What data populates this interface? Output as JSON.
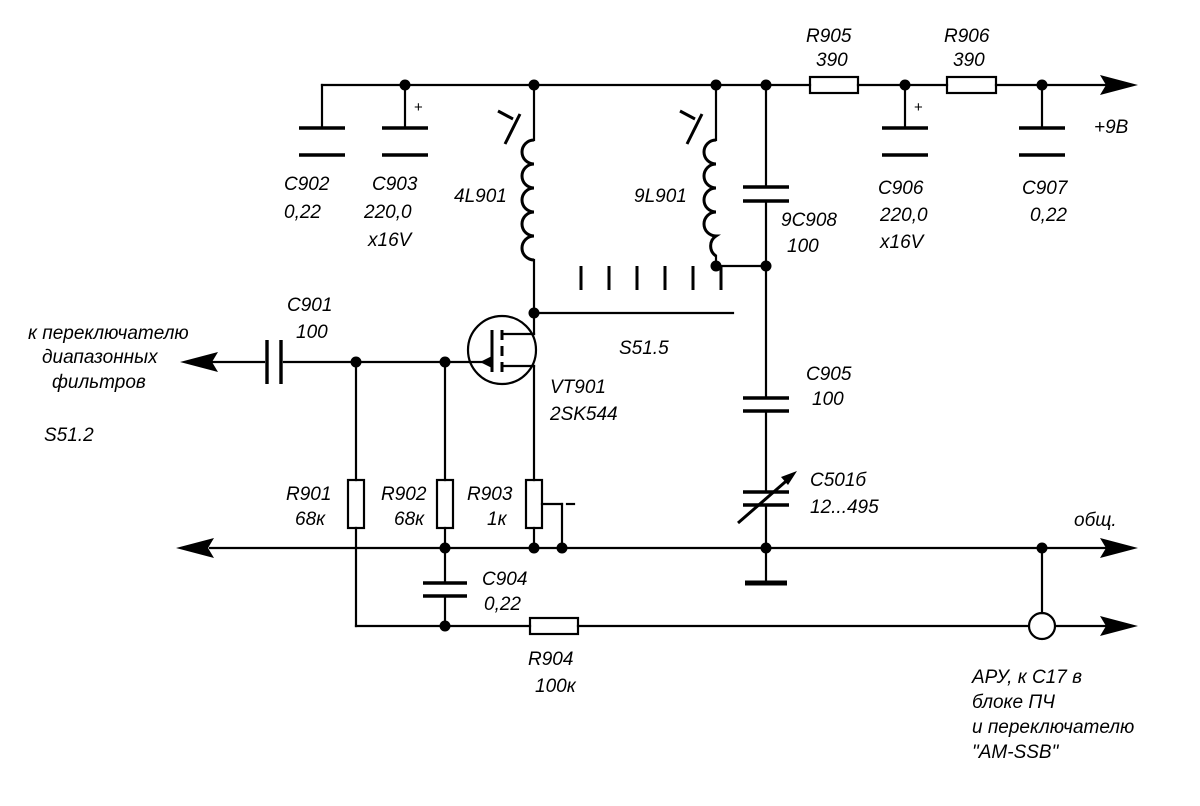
{
  "labels": {
    "c902_ref": "C902",
    "c902_val": "0,22",
    "c903_ref": "C903",
    "c903_val": "220,0",
    "c903_volt": "x16V",
    "l4_ref": "4L901",
    "l9_ref": "9L901",
    "c908_ref": "9C908",
    "c908_val": "100",
    "r905_ref": "R905",
    "r905_val": "390",
    "r906_ref": "R906",
    "r906_val": "390",
    "c906_ref": "C906",
    "c906_val": "220,0",
    "c906_volt": "x16V",
    "c907_ref": "C907",
    "c907_val": "0,22",
    "supply": "+9B",
    "c901_ref": "C901",
    "c901_val": "100",
    "input_1": "к переключателю",
    "input_2": "диапазонных",
    "input_3": "фильтров",
    "s512": "S51.2",
    "s515": "S51.5",
    "vt_ref": "VT901",
    "vt_type": "2SK544",
    "c905_ref": "C905",
    "c905_val": "100",
    "c501_ref": "C501б",
    "c501_val": "12...495",
    "r901_ref": "R901",
    "r901_val": "68к",
    "r902_ref": "R902",
    "r902_val": "68к",
    "r903_ref": "R903",
    "r903_val": "1к",
    "common": "общ.",
    "c904_ref": "C904",
    "c904_val": "0,22",
    "r904_ref": "R904",
    "r904_val": "100к",
    "agc_1": "АРУ, к С17 в",
    "agc_2": "блоке ПЧ",
    "agc_3": "и переключателю",
    "agc_4": "\"AM-SSB\"",
    "plus_sign": "+"
  }
}
